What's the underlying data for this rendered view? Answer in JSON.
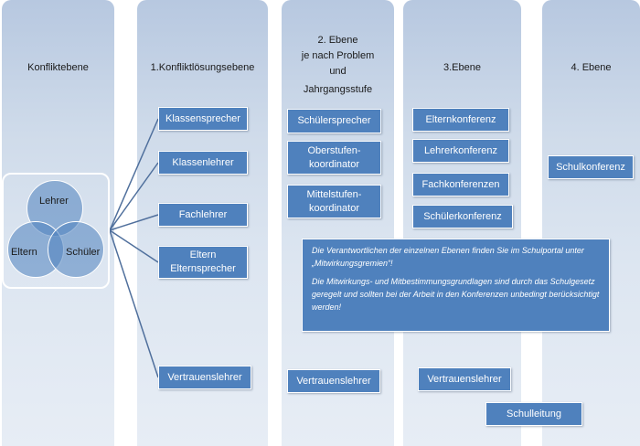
{
  "columns": {
    "konflikt": "Konfliktebene",
    "ebene1": "1.Konfliktlösungsebene",
    "ebene2": [
      "2. Ebene",
      "je nach Problem",
      "und",
      "Jahrgangsstufe"
    ],
    "ebene3": "3.Ebene",
    "ebene4": "4. Ebene"
  },
  "venn": {
    "top": "Lehrer",
    "left": "Eltern",
    "right": "Schüler"
  },
  "ebene1_boxes": {
    "klassensprecher": "Klassensprecher",
    "klassenlehrer": "Klassenlehrer",
    "fachlehrer": "Fachlehrer",
    "eltern": [
      "Eltern",
      "Elternsprecher"
    ],
    "vertrauenslehrer": "Vertrauenslehrer"
  },
  "ebene2_boxes": {
    "schuelersprecher": "Schülersprecher",
    "oberstufen": [
      "Oberstufen-",
      "koordinator"
    ],
    "mittelstufen": [
      "Mittelstufen-",
      "koordinator"
    ],
    "vertrauenslehrer": "Vertrauenslehrer"
  },
  "ebene3_boxes": {
    "elternkonferenz": "Elternkonferenz",
    "lehrerkonferenz": "Lehrerkonferenz",
    "fachkonferenzen": "Fachkonferenzen",
    "schuelerkonferenz": "Schülerkonferenz",
    "vertrauenslehrer": "Vertrauenslehrer",
    "schulleitung": "Schulleitung"
  },
  "ebene4_boxes": {
    "schulkonferenz": "Schulkonferenz"
  },
  "info": {
    "p1": "Die Verantwortlichen der einzelnen Ebenen finden Sie im Schulportal unter „Mitwirkungsgremien“!",
    "p2": "Die Mitwirkungs- und Mitbestimmungsgrundlagen sind durch das Schulgesetz geregelt und sollten bei der Arbeit in den Konferenzen unbedingt berücksichtigt werden!"
  },
  "colors": {
    "box": "#4f81bd",
    "column": "#c9d6e8",
    "line": "#4f6f9c"
  }
}
